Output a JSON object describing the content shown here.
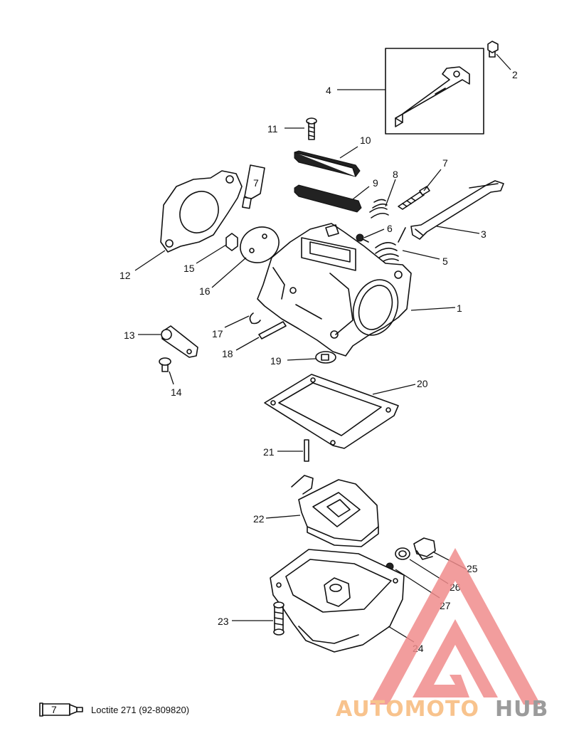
{
  "callouts": [
    {
      "id": "1",
      "label": "1"
    },
    {
      "id": "2",
      "label": "2"
    },
    {
      "id": "3",
      "label": "3"
    },
    {
      "id": "4",
      "label": "4"
    },
    {
      "id": "5",
      "label": "5"
    },
    {
      "id": "6",
      "label": "6"
    },
    {
      "id": "7",
      "label": "7"
    },
    {
      "id": "8",
      "label": "8"
    },
    {
      "id": "9",
      "label": "9"
    },
    {
      "id": "10",
      "label": "10"
    },
    {
      "id": "11",
      "label": "11"
    },
    {
      "id": "12",
      "label": "12"
    },
    {
      "id": "13",
      "label": "13"
    },
    {
      "id": "14",
      "label": "14"
    },
    {
      "id": "15",
      "label": "15"
    },
    {
      "id": "16",
      "label": "16"
    },
    {
      "id": "17",
      "label": "17"
    },
    {
      "id": "18",
      "label": "18"
    },
    {
      "id": "19",
      "label": "19"
    },
    {
      "id": "20",
      "label": "20"
    },
    {
      "id": "21",
      "label": "21"
    },
    {
      "id": "22",
      "label": "22"
    },
    {
      "id": "23",
      "label": "23"
    },
    {
      "id": "24",
      "label": "24"
    },
    {
      "id": "25",
      "label": "25"
    },
    {
      "id": "26",
      "label": "26"
    },
    {
      "id": "27",
      "label": "27"
    }
  ],
  "tube_label": "7",
  "legend": {
    "tube_number": "7",
    "text": "Loctite 271 (92-809820)"
  },
  "watermark": {
    "part1": "AUTOMOTO",
    "part2": "HUB",
    "color_part1": "#f7b97a",
    "color_part2": "#8a8a8a",
    "triangle_color": "#f08c8c"
  }
}
